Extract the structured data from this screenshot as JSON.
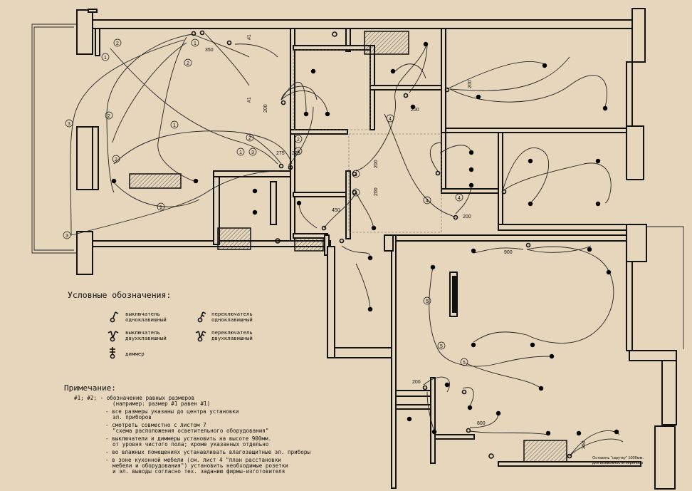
{
  "legend": {
    "title": "Условные обозначения:",
    "items": [
      {
        "line1": "выключатель",
        "line2": "одноклавишный",
        "icon": "single-switch-icon"
      },
      {
        "line1": "переключатель",
        "line2": "одноклавишный",
        "icon": "single-changeover-switch-icon"
      },
      {
        "line1": "выключатель",
        "line2": "двухклавишный",
        "icon": "double-switch-icon"
      },
      {
        "line1": "переключатель",
        "line2": "двухклавишный",
        "icon": "double-changeover-switch-icon"
      },
      {
        "line1": "диммер",
        "line2": "",
        "icon": "dimmer-icon"
      }
    ]
  },
  "notes": {
    "title": "Примечание:",
    "lines": [
      "#1; #2; - обозначение равных размеров",
      "(например: размер #1 равен #1)",
      "- все размеры указаны до центра установки",
      "эл. приборов",
      "- смотреть совместно с листом 7",
      "\"схема расположения осветительного оборудования\"",
      "- выключатели и диммеры установить на высоте 900мм.",
      "от уровня чистого пола; кроме указанных отдельно",
      "- во влажных помещениях устанавливать влагозащитные эл. приборы",
      "- в зоне кухонной мебели (см. лист 4 \"план расстановки",
      "мебели и оборудования\") установить необходимые розетки",
      "и эл. выводы согласно тех. заданию фирмы-изготовителя"
    ]
  },
  "dimensions": [
    "350",
    "#1",
    "#1",
    "200",
    "200",
    "200",
    "275",
    "275",
    "200",
    "200",
    "450",
    "200",
    "900",
    "200",
    "800",
    "350"
  ],
  "circuit_labels": [
    "1",
    "2",
    "3",
    "4",
    "5"
  ],
  "corner_note": {
    "line1": "Оставить \"скрутку\" 1000мм.",
    "line2": "для возможности переноса"
  }
}
